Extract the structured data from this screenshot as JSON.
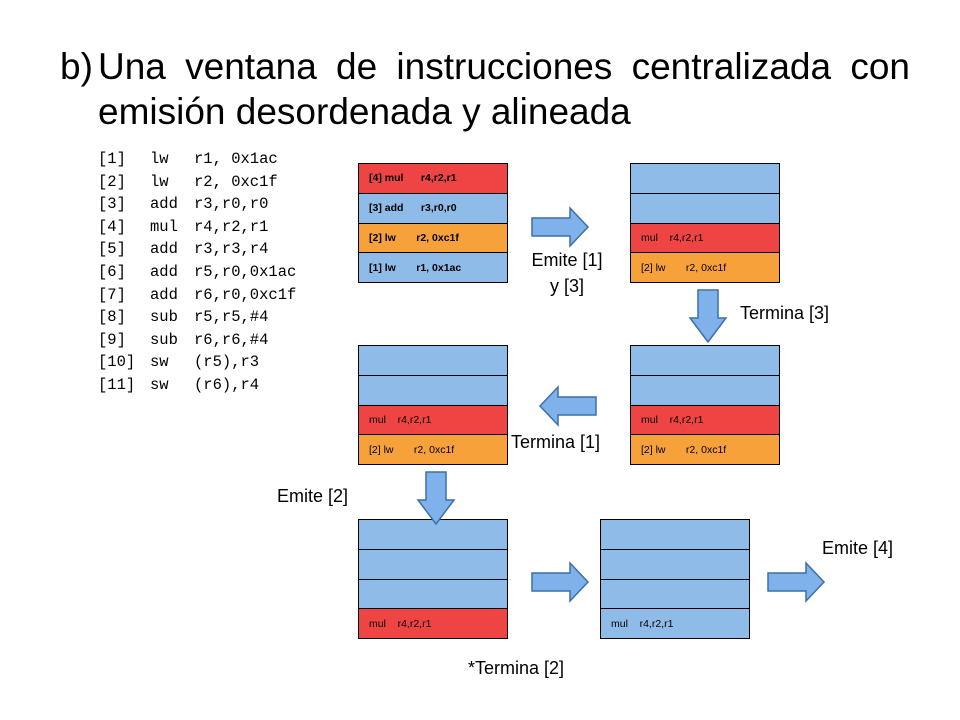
{
  "title": {
    "label": "b)",
    "line1": "Una ventana de instrucciones centralizada con",
    "line2": "emisión desordenada y alineada"
  },
  "code": [
    {
      "idx": "[1]",
      "op": "lw",
      "args": "r1, 0x1ac"
    },
    {
      "idx": "[2]",
      "op": "lw",
      "args": "r2, 0xc1f"
    },
    {
      "idx": "[3]",
      "op": "add",
      "args": "r3,r0,r0"
    },
    {
      "idx": "[4]",
      "op": "mul",
      "args": "r4,r2,r1"
    },
    {
      "idx": "[5]",
      "op": "add",
      "args": "r3,r3,r4"
    },
    {
      "idx": "[6]",
      "op": "add",
      "args": "r5,r0,0x1ac"
    },
    {
      "idx": "[7]",
      "op": "add",
      "args": "r6,r0,0xc1f"
    },
    {
      "idx": "[8]",
      "op": "sub",
      "args": "r5,r5,#4"
    },
    {
      "idx": "[9]",
      "op": "sub",
      "args": "r6,r6,#4"
    },
    {
      "idx": "[10]",
      "op": "sw",
      "args": "(r5),r3"
    },
    {
      "idx": "[11]",
      "op": "sw",
      "args": "(r6),r4"
    }
  ],
  "windows": {
    "w1": [
      "[4] mul      r4,r2,r1",
      "[3] add      r3,r0,r0",
      "[2] lw       r2, 0xc1f",
      "[1] lw       r1, 0x1ac"
    ],
    "w2": [
      "",
      "",
      "mul    r4,r2,r1",
      "[2] lw       r2, 0xc1f"
    ],
    "w3": [
      "",
      "",
      "mul    r4,r2,r1",
      "[2] lw       r2, 0xc1f"
    ],
    "w4": [
      "",
      "",
      "mul    r4,r2,r1",
      "[2] lw       r2, 0xc1f"
    ],
    "w5": [
      "",
      "",
      "",
      "mul    r4,r2,r1"
    ],
    "w6": [
      "",
      "",
      "",
      "mul    r4,r2,r1"
    ]
  },
  "labels": {
    "emite_13_a": "Emite [1]",
    "emite_13_b": "y [3]",
    "termina_3": "Termina [3]",
    "termina_1": "Termina [1]",
    "emite_2": "Emite [2]",
    "termina_2": "*Termina [2]",
    "emite_4": "Emite [4]"
  },
  "colors": {
    "empty": "#8fbbe8",
    "red": "#ef4444",
    "orange": "#f7a13b",
    "arrow_fill": "#7fb2ea",
    "arrow_stroke": "#3d6fa8"
  }
}
